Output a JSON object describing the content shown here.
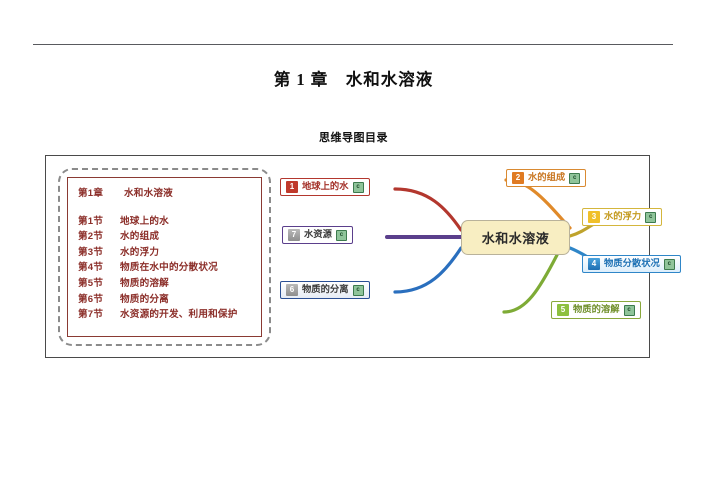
{
  "document": {
    "title": "第 1 章　水和水溶液",
    "subtitle": "思维导图目录"
  },
  "toc": {
    "chapter": {
      "label": "第1章",
      "text": "水和水溶液"
    },
    "sections": [
      {
        "label": "第1节",
        "text": "地球上的水"
      },
      {
        "label": "第2节",
        "text": "水的组成"
      },
      {
        "label": "第3节",
        "text": "水的浮力"
      },
      {
        "label": "第4节",
        "text": "物质在水中的分散状况"
      },
      {
        "label": "第5节",
        "text": "物质的溶解"
      },
      {
        "label": "第6节",
        "text": "物质的分离"
      },
      {
        "label": "第7节",
        "text": "水资源的开发、利用和保护"
      }
    ]
  },
  "mindmap": {
    "center": "水和水溶液",
    "note_icon": "c",
    "nodes": [
      {
        "num": "1",
        "label": "地球上的水",
        "color": "#c0392b"
      },
      {
        "num": "2",
        "label": "水的组成",
        "color": "#e07b23"
      },
      {
        "num": "3",
        "label": "水的浮力",
        "color": "#f0c02a"
      },
      {
        "num": "4",
        "label": "物质分散状况",
        "color": "#1f6fb2"
      },
      {
        "num": "5",
        "label": "物质的溶解",
        "color": "#8dc03f"
      },
      {
        "num": "6",
        "label": "物质的分离",
        "color": "#2a4f94"
      },
      {
        "num": "7",
        "label": "水资源",
        "color": "#5b3f8c"
      }
    ]
  }
}
